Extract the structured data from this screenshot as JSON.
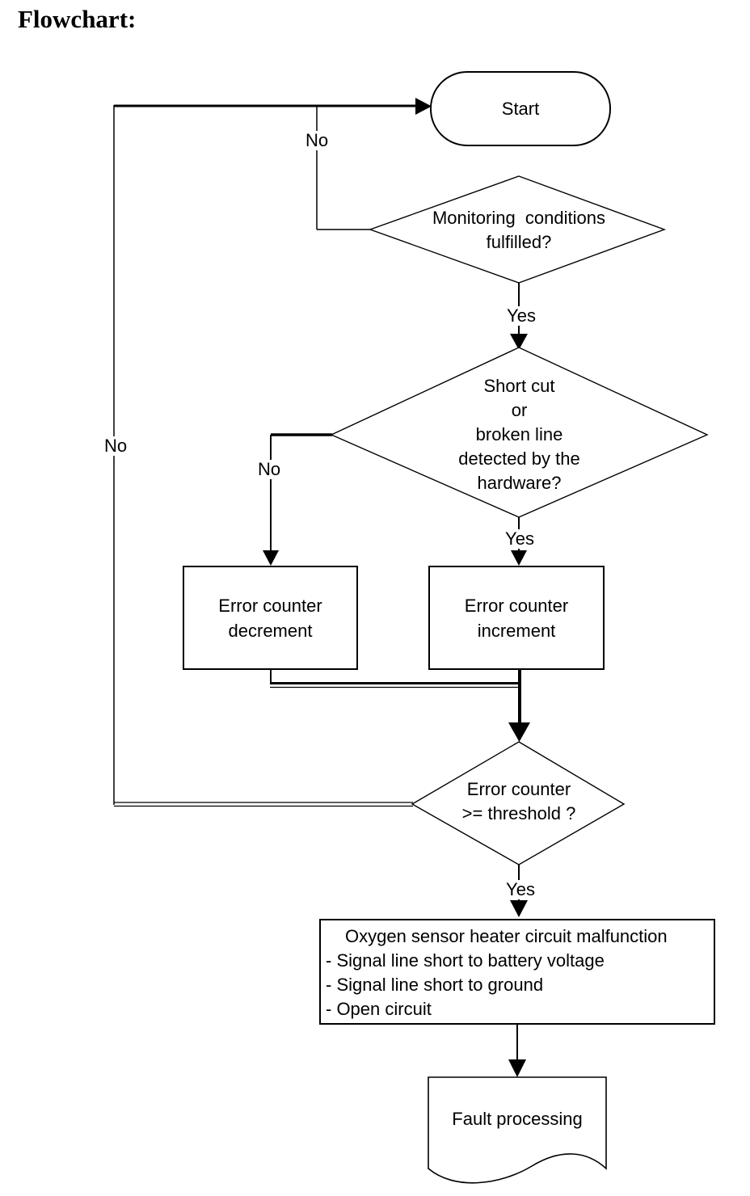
{
  "title": "Flowchart:",
  "nodes": {
    "start": {
      "label": "Start"
    },
    "monitoring": {
      "lines": [
        "Monitoring  conditions",
        "fulfilled?"
      ]
    },
    "shortcut": {
      "lines": [
        "Short cut",
        "or",
        "broken line",
        "detected by the",
        "hardware?"
      ]
    },
    "decrement": {
      "lines": [
        "Error counter",
        "decrement"
      ]
    },
    "increment": {
      "lines": [
        "Error counter",
        "increment"
      ]
    },
    "threshold": {
      "lines": [
        "Error counter",
        ">= threshold ?"
      ]
    },
    "malfunction": {
      "lines": [
        "Oxygen sensor heater circuit malfunction",
        "- Signal line short to battery voltage",
        "- Signal line short to ground",
        "- Open circuit"
      ]
    },
    "fault": {
      "label": "Fault processing"
    }
  },
  "edge_labels": {
    "monitoring_no": "No",
    "monitoring_yes": "Yes",
    "shortcut_no": "No",
    "shortcut_yes": "Yes",
    "threshold_no": "No",
    "threshold_yes": "Yes"
  },
  "colors": {
    "line": "#000000",
    "background": "#ffffff"
  }
}
